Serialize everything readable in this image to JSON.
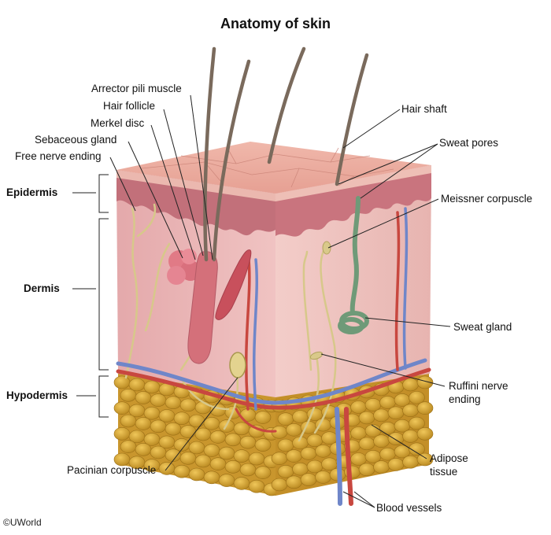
{
  "title": "Anatomy of skin",
  "credit": "©UWorld",
  "layers": {
    "epidermis": "Epidermis",
    "dermis": "Dermis",
    "hypodermis": "Hypodermis"
  },
  "labels": {
    "arrector_pili": "Arrector pili muscle",
    "hair_follicle": "Hair follicle",
    "merkel_disc": "Merkel disc",
    "sebaceous_gland": "Sebaceous gland",
    "free_nerve_ending": "Free nerve ending",
    "hair_shaft": "Hair shaft",
    "sweat_pores": "Sweat pores",
    "meissner": "Meissner corpuscle",
    "sweat_gland": "Sweat gland",
    "ruffini_1": "Ruffini nerve",
    "ruffini_2": "ending",
    "adipose_1": "Adipose",
    "adipose_2": "tissue",
    "pacinian": "Pacinian corpuscle",
    "blood_vessels": "Blood vessels"
  },
  "colors": {
    "epidermis_top": "#e8aaa0",
    "dermis": "#e9b5b5",
    "dermis_dark": "#c98a8c",
    "fat": "#d8a93a",
    "nerve": "#d9c98a",
    "artery": "#c8473f",
    "vein": "#6f86c9",
    "sweat_gland": "#6f9a78",
    "hair": "#7a6a5c"
  }
}
